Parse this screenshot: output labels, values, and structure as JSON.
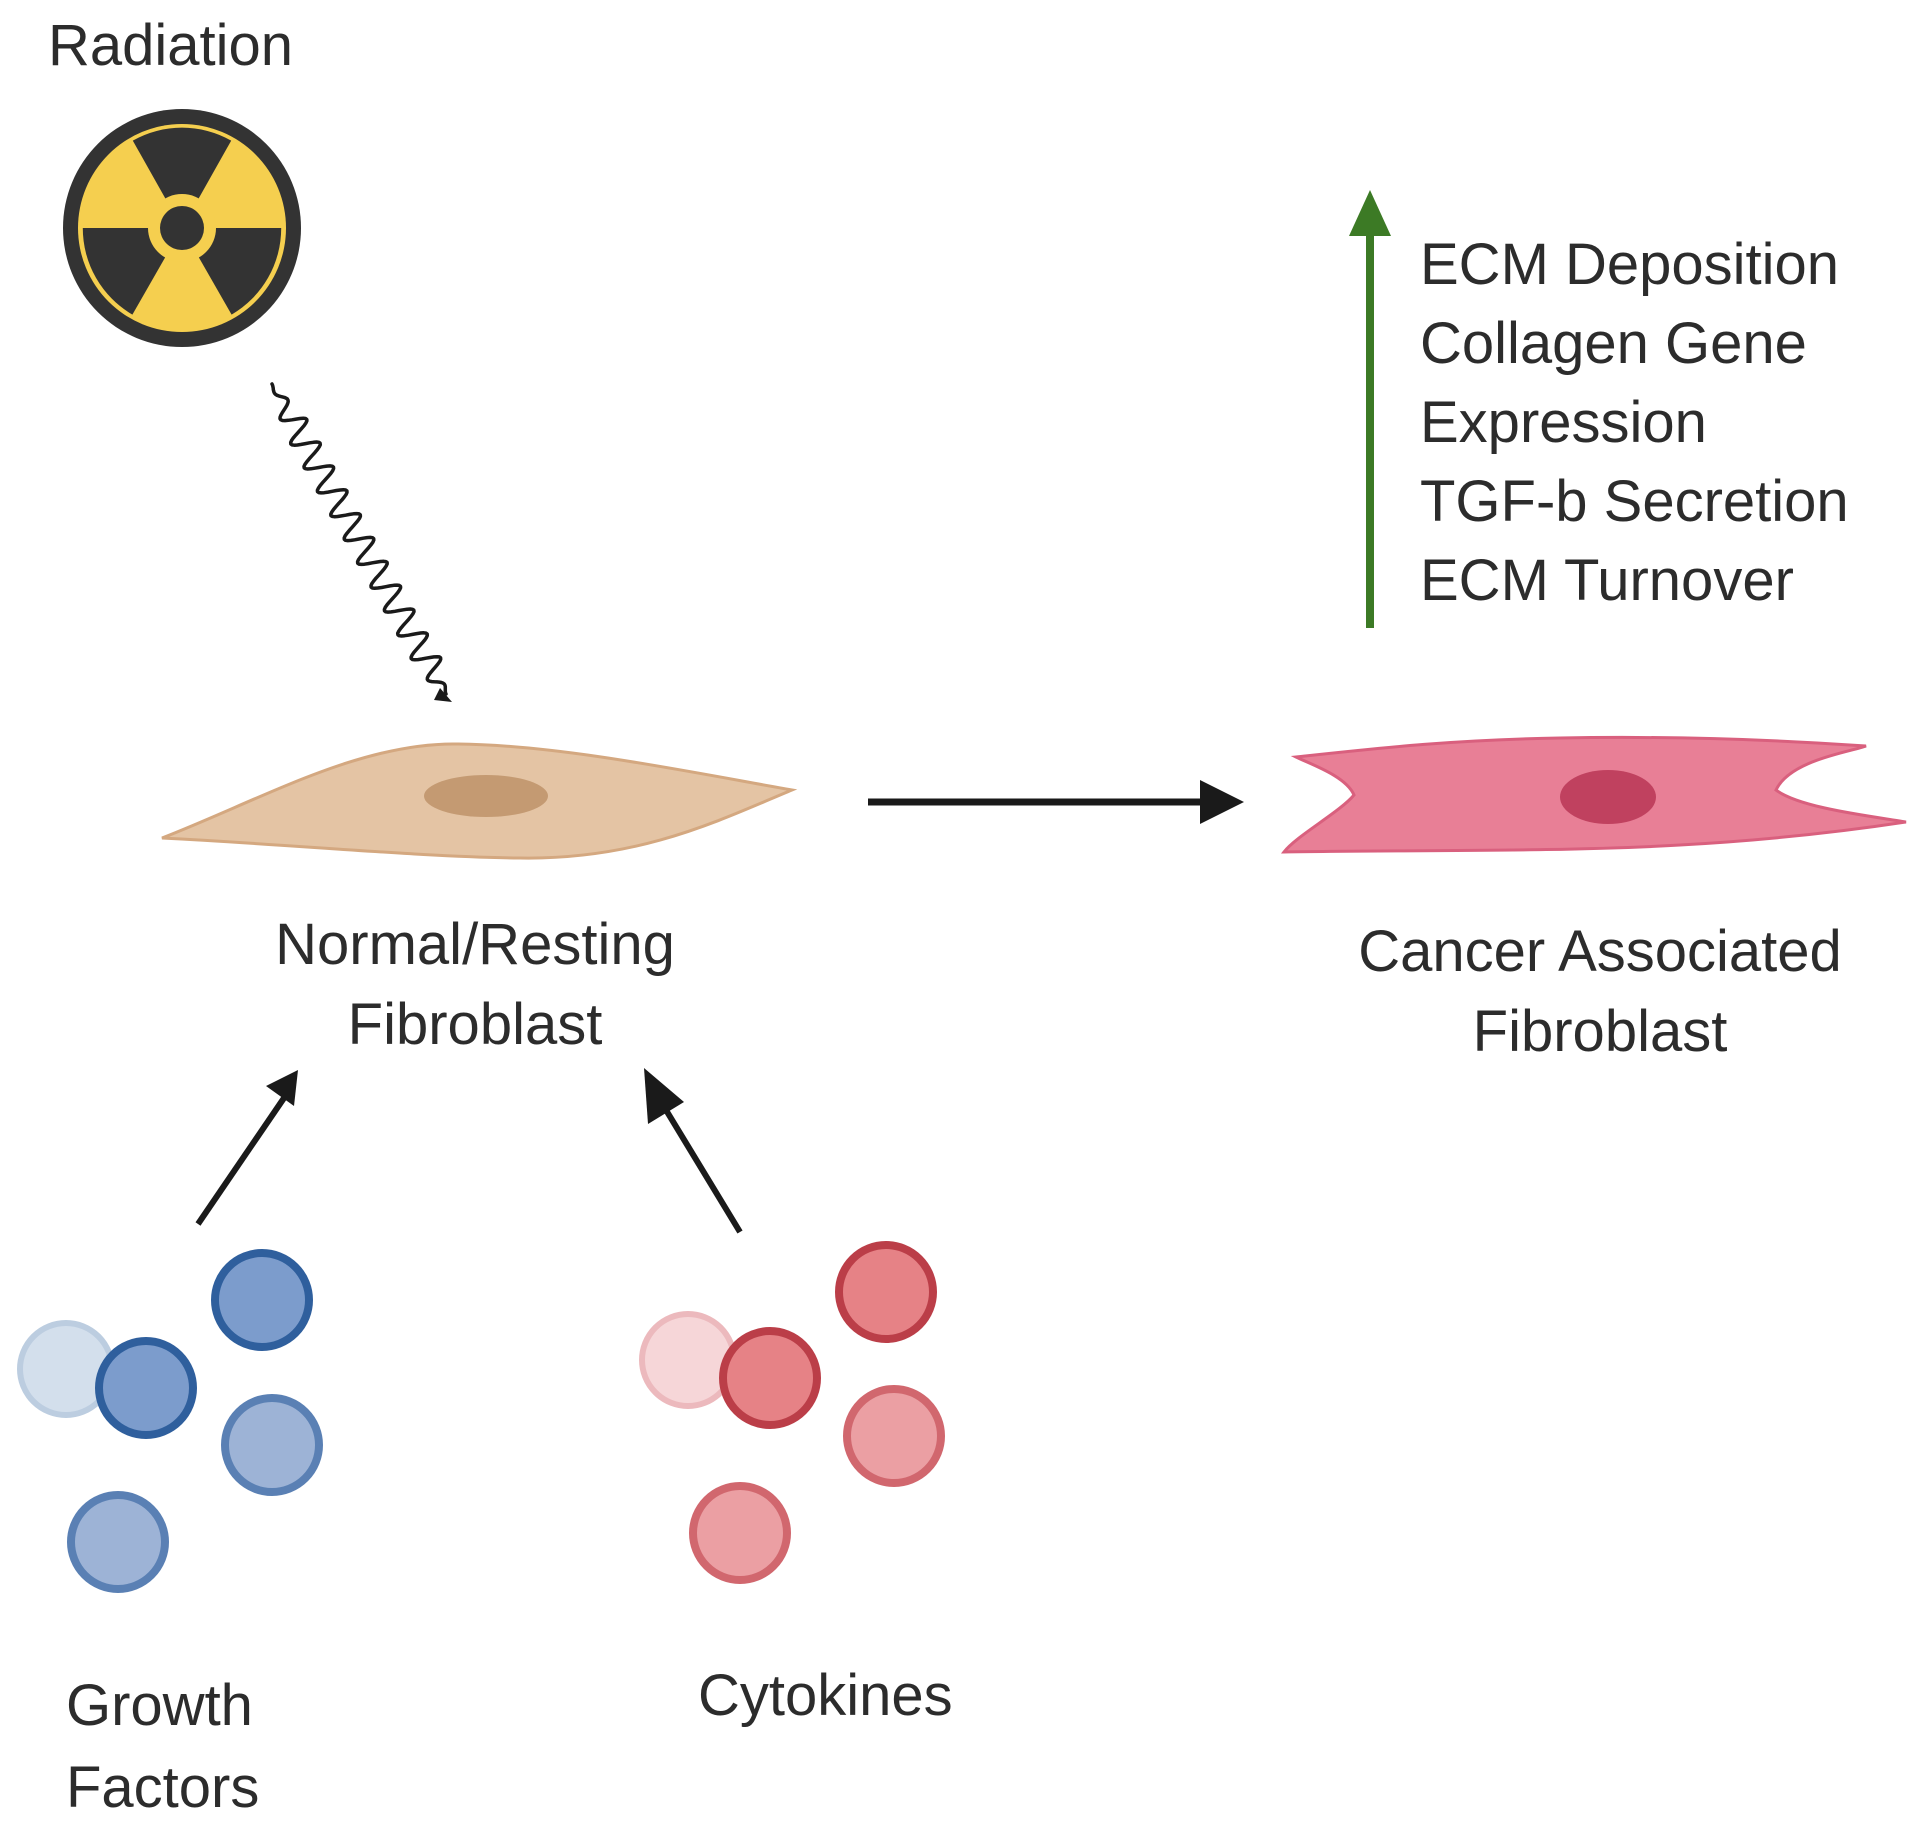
{
  "labels": {
    "radiation": "Radiation",
    "normal_fibroblast": [
      "Normal/Resting",
      "Fibroblast"
    ],
    "cancer_associated_fibroblast": [
      "Cancer Associated",
      "Fibroblast"
    ],
    "growth_factors": [
      "Growth",
      "Factors"
    ],
    "cytokines": "Cytokines"
  },
  "upregulated_list": [
    "ECM Deposition",
    "Collagen Gene",
    "Expression",
    "TGF-b Secretion",
    "ECM Turnover"
  ],
  "icons": {
    "radiation": "radiation-hazard-icon",
    "normal_cell": "resting-fibroblast-icon",
    "caf_cell": "cancer-associated-fibroblast-icon",
    "growth_factor_particle": "growth-factor-sphere-icon",
    "cytokine_particle": "cytokine-sphere-icon",
    "up_arrow": "up-arrow-icon"
  },
  "colors": {
    "radiation_yellow": "#f5cf4f",
    "radiation_dark": "#333333",
    "normal_cell_body": "#e4c4a4",
    "normal_cell_nucleus": "#c49a72",
    "caf_body": "#e87f96",
    "caf_nucleus": "#c0415f",
    "growth_factor_blue": "#7c9ccc",
    "cytokine_red": "#e68286",
    "up_arrow_green": "#3c7a25",
    "arrow_black": "#1a1a1a"
  }
}
